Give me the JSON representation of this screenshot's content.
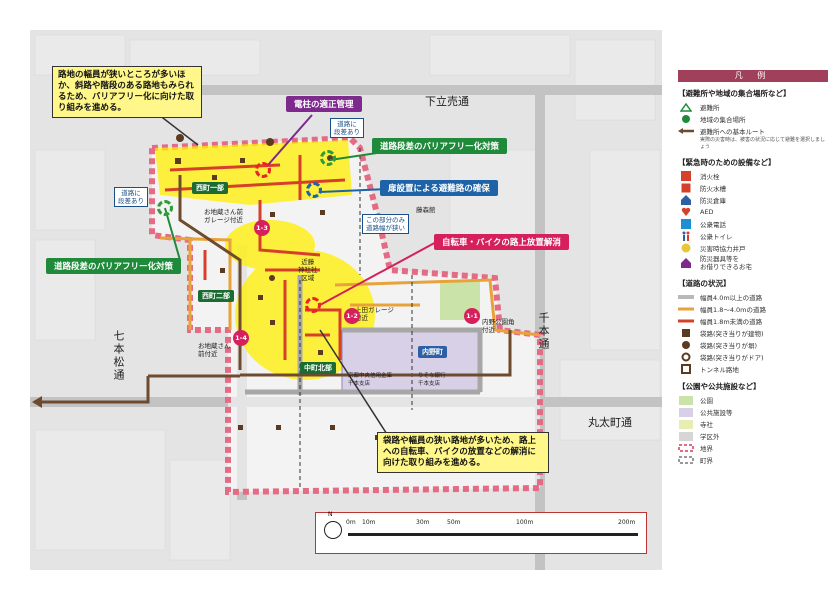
{
  "roads": {
    "shimotachiuri": "下立売通",
    "shichihon_matsu": "七本松通",
    "senbon": "千本通",
    "marutamachi": "丸太町通"
  },
  "callouts": {
    "narrow_roads": "路地の幅員が狭いところが多いほか、斜路や階段のある路地もみられるため、バリアフリー化に向けた取り組みを進める。",
    "bags_narrow": "袋路や幅員の狭い路地が多いため、路上への自転車、バイクの放置などの解消に向けた取り組みを進める。"
  },
  "tags": {
    "utility_pole": "電柱の適正管理",
    "barrier_free_top": "道路段差のバリアフリー化対策",
    "gate_route": "扉設置による避難路の確保",
    "bike": "自転車・バイクの路上放置解消",
    "barrier_free_left": "道路段差のバリアフリー化対策"
  },
  "notes": {
    "step_top": "道路に\n段差あり",
    "step_left": "道路に\n段差あり",
    "narrow_part": "この部分のみ\n道路幅が狭い"
  },
  "districts": {
    "nishi1": "西町一部",
    "nishi2": "西町二部",
    "nakamachi_kita": "中町北部",
    "uchino": "内野町"
  },
  "places": {
    "jizo_garage": "お地蔵さん前\nガレージ付近",
    "jizo_front": "お地蔵さん\n前付近",
    "ueda_garage": "上田ガレージ\n付近",
    "uchino_park": "内野公園角\n付近",
    "shrine": "近藤\n神社社\n区域",
    "bank1": "京都中央信用金庫\n千本支店",
    "bank2": "りそな銀行\n千本支店",
    "misc": "藤森館"
  },
  "badges": {
    "b13": "1-3",
    "b14": "1-4",
    "b12": "1-2",
    "b11": "1-1"
  },
  "scale": {
    "north": "N",
    "t0": "0m",
    "t10": "10m",
    "t30": "30m",
    "t50": "50m",
    "t100": "100m",
    "t200": "200m"
  },
  "legend": {
    "title": "凡 例",
    "sec1": "【避難所や地域の集合場所など】",
    "shelter": "避難所",
    "gathering": "地域の集合場所",
    "route": "避難所への基本ルート",
    "route_note": "実際の災害時は、被害の状況に応じて避難を選択しましょう",
    "sec2": "【緊急時のための設備など】",
    "hydrant": "消火栓",
    "water": "防火水槽",
    "storage": "防災倉庫",
    "aed": "AED",
    "phone": "公衆電話",
    "toilet": "公衆トイレ",
    "well": "災害時協力井戸",
    "house": "防災器具等を\nお借りできるお宅",
    "sec3": "【道路の状況】",
    "w4": "幅員4.0m以上の道路",
    "w18": "幅員1.8〜4.0mの道路",
    "wlow": "幅員1.8m未満の道路",
    "bag_bldg": "袋路(突き当りが建物)",
    "bag_wall": "袋路(突き当りが塀)",
    "bag_door": "袋路(突き当りがドア)",
    "tunnel": "トンネル路地",
    "sec4": "【公園や公共施設など】",
    "park": "公園",
    "public": "公共施設等",
    "temple": "寺社",
    "outside": "学区外",
    "school": "地界",
    "town": "町界"
  },
  "colors": {
    "road_wide": "#b9b9b9",
    "road_mid": "#e8a23a",
    "road_narrow": "#d6402b",
    "route": "#6e4a2e",
    "highlight": "#fff000",
    "park": "#c9e3a8",
    "public": "#d7d0e6",
    "temple": "#e9edb2",
    "outside": "#d6d6d6"
  }
}
